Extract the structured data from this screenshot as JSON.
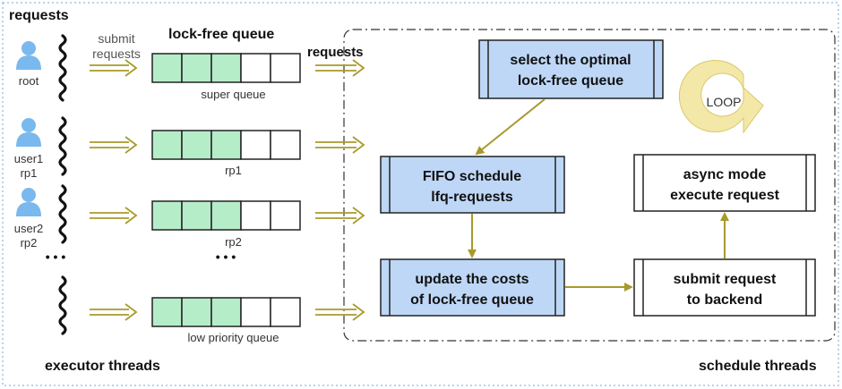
{
  "labels": {
    "requests_top": "requests",
    "submit_line1": "submit",
    "submit_line2": "requests",
    "lfq_title": "lock-free queue",
    "requests_mid": "requests",
    "executor_threads": "executor threads",
    "schedule_threads": "schedule threads",
    "loop": "LOOP",
    "dots": "• • •"
  },
  "users": [
    {
      "line1": "root",
      "line2": ""
    },
    {
      "line1": "user1",
      "line2": "rp1"
    },
    {
      "line1": "user2",
      "line2": "rp2"
    }
  ],
  "queues": [
    {
      "label": "super queue",
      "filled_cells": 3,
      "total_cells": 5
    },
    {
      "label": "rp1",
      "filled_cells": 3,
      "total_cells": 5
    },
    {
      "label": "rp2",
      "filled_cells": 3,
      "total_cells": 5
    },
    {
      "label": "low priority  queue",
      "filled_cells": 3,
      "total_cells": 5
    }
  ],
  "boxes": {
    "select": {
      "line1": "select the optimal",
      "line2": "lock-free queue"
    },
    "fifo": {
      "line1": "FIFO schedule",
      "line2": "lfq-requests"
    },
    "update": {
      "line1": "update the costs",
      "line2": "of lock-free queue"
    },
    "submit": {
      "line1": "submit request",
      "line2": "to backend"
    },
    "async": {
      "line1": "async mode",
      "line2": "execute request"
    }
  },
  "colors": {
    "queue_fill": "#b6edc9",
    "box_fill": "#bed7f6",
    "arrow": "#a89a2b",
    "loop_fill": "#f3e8a8",
    "user_icon": "#79b9ee",
    "border_dotted": "#a0c4e8"
  }
}
